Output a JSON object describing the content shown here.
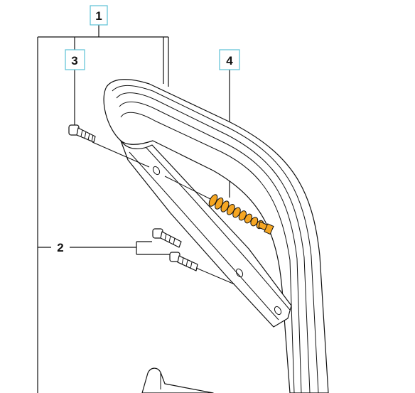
{
  "callouts": {
    "c1": "1",
    "c2": "2",
    "c3": "3",
    "c4": "4"
  },
  "colors": {
    "callout_border": "#5bc0d6",
    "highlight_part": "#f5a623",
    "line": "#111111"
  }
}
